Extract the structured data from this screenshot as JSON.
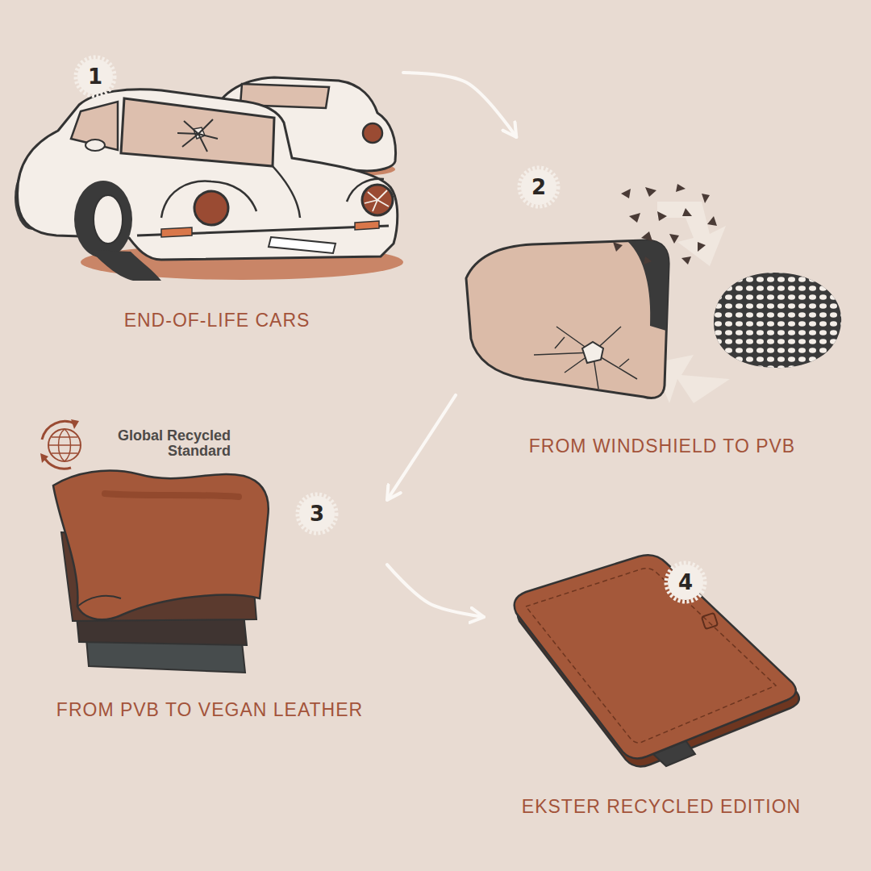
{
  "diagram": {
    "nodes": [
      {
        "text": [
          "1",
          "END-OF-LIFE CARS"
        ]
      },
      {
        "text": [
          "2",
          "FROM WINDSHIELD TO PVB"
        ]
      },
      {
        "text": [
          "3",
          "FROM PVB TO VEGAN LEATHER"
        ]
      },
      {
        "text": [
          "4",
          "EKSTER RECYCLED EDITION"
        ]
      }
    ],
    "edges": [
      {
        "from": 0,
        "to": 1,
        "arrow": "to"
      },
      {
        "from": 1,
        "to": 2,
        "arrow": "to"
      },
      {
        "from": 2,
        "to": 3,
        "arrow": "to"
      }
    ],
    "labels": [
      "Global Recycled Standard"
    ]
  }
}
